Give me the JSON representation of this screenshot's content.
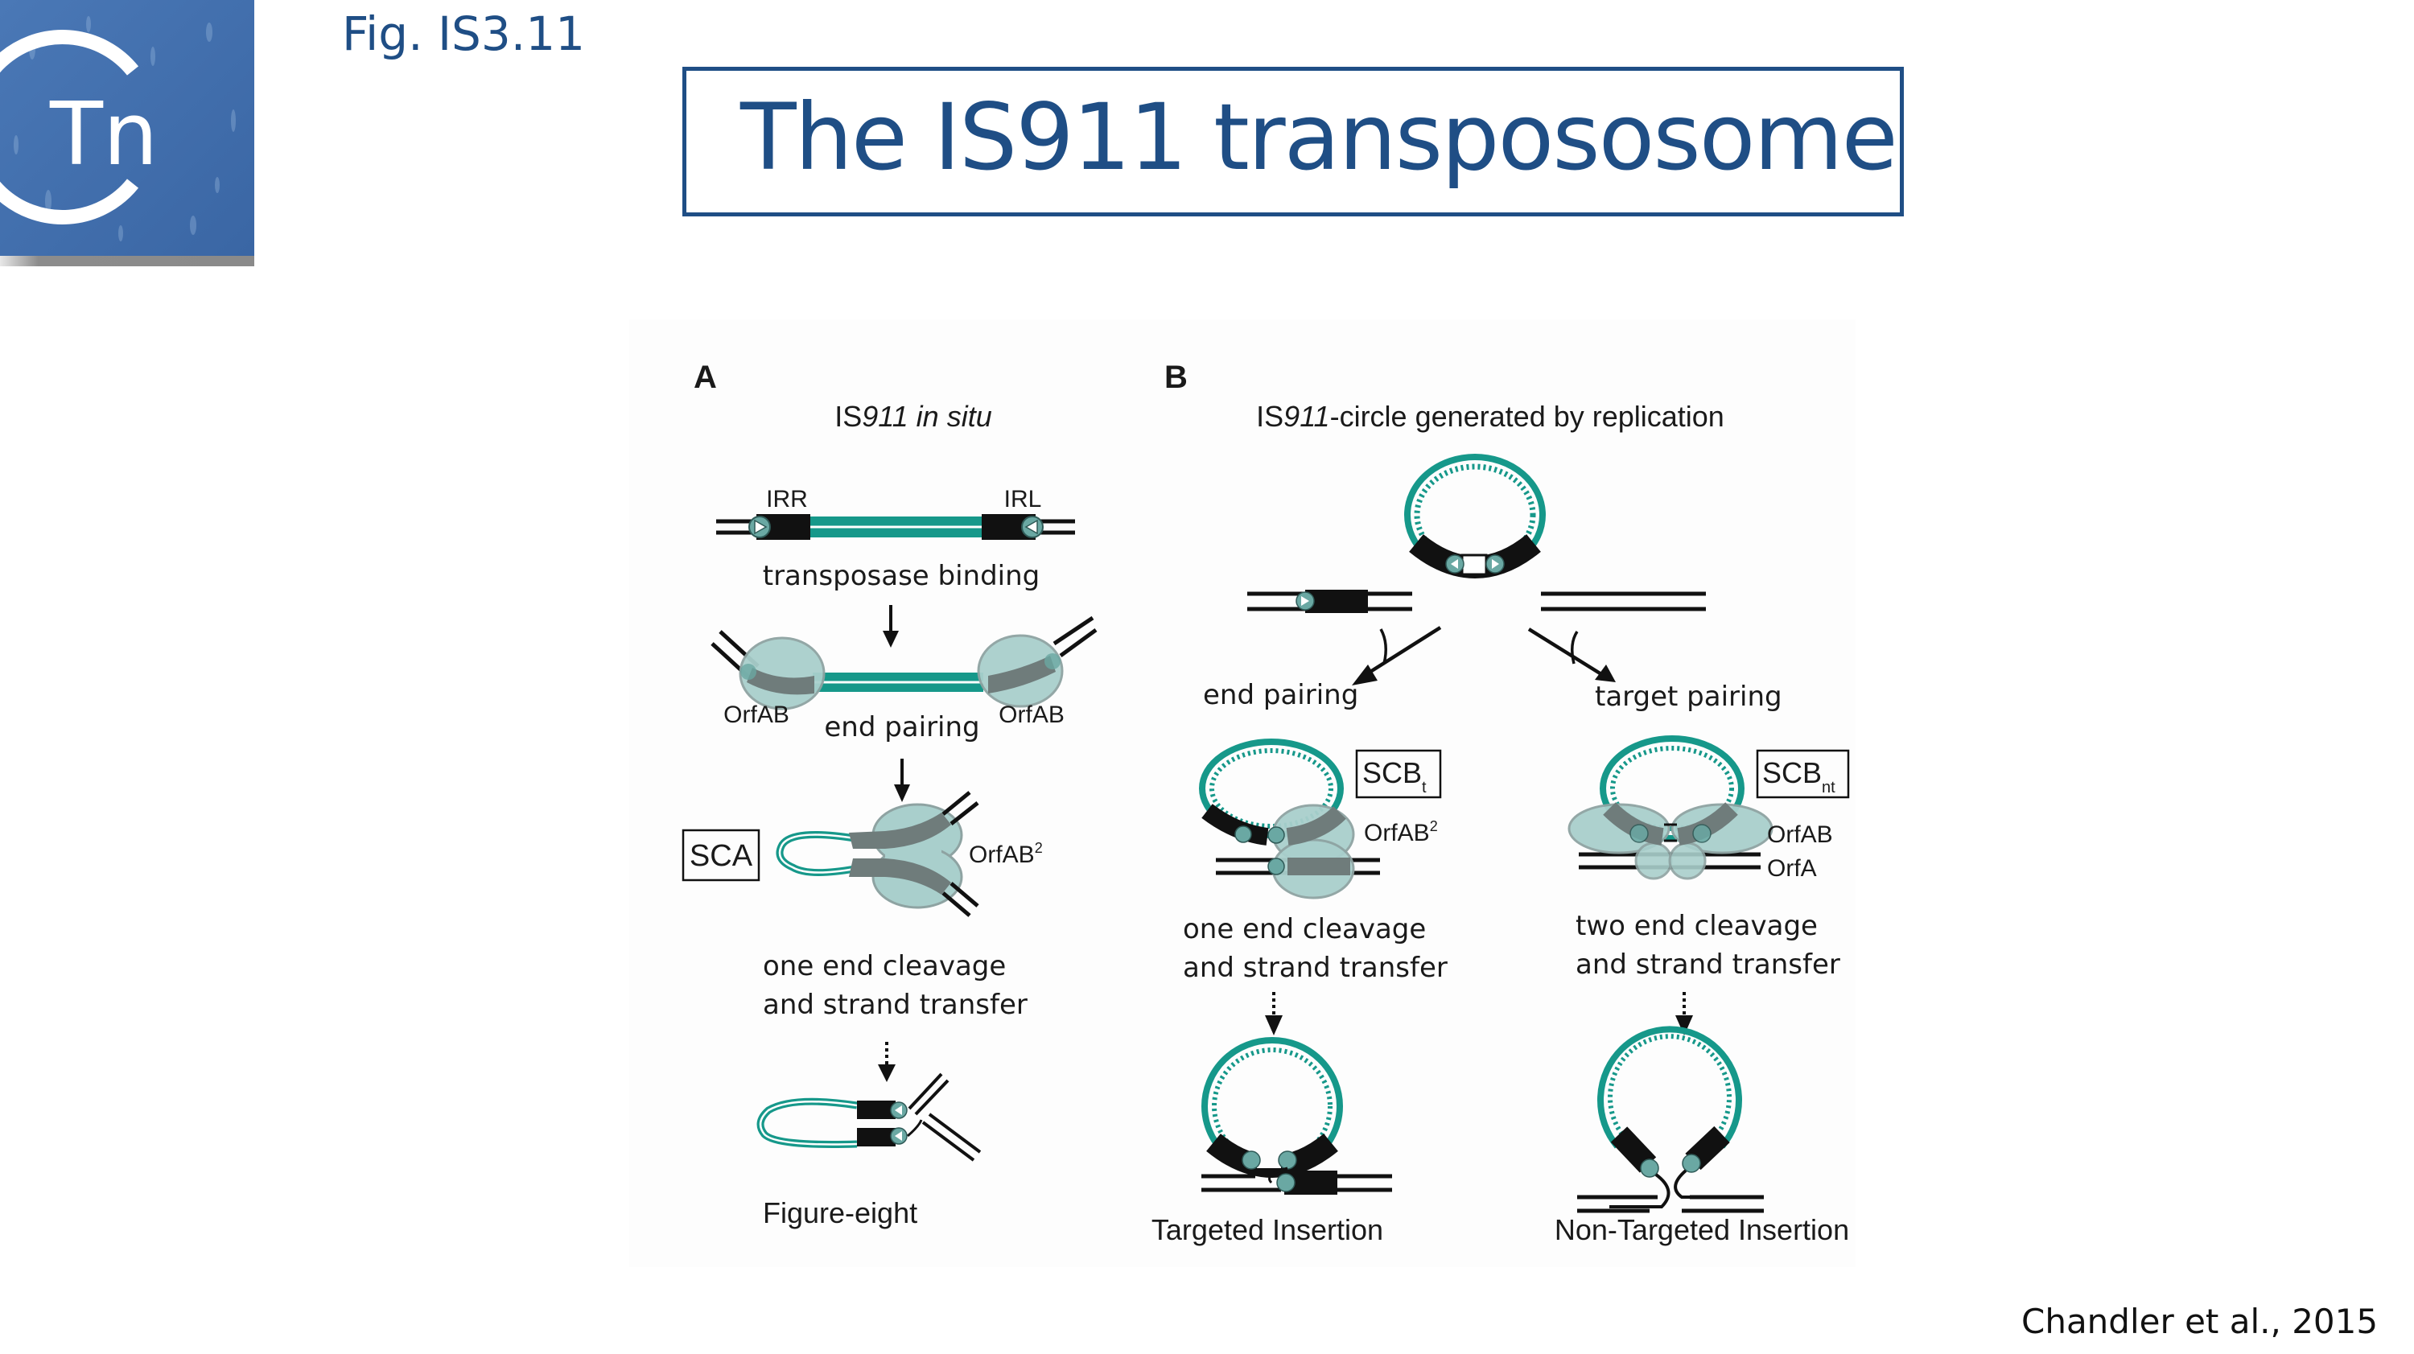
{
  "slide": {
    "figure_id": "Fig. IS3.11",
    "title": "The IS911 transpososome",
    "citation": "Chandler et al., 2015",
    "logo": {
      "text": "Tn",
      "icon": "ctn-logo-icon",
      "bg_color": "#3d6aa8"
    },
    "colors": {
      "title": "#1f4e85",
      "teal": "#16988a",
      "protein": "#a9cfcc",
      "protein_edge": "#8ea3a2",
      "dna": "#111111",
      "bound_dna": "#6f7c7b"
    }
  },
  "panel_a": {
    "label": "A",
    "heading_prefix": "IS",
    "heading_italic": "911 in situ",
    "irr": "IRR",
    "irl": "IRL",
    "step1": "transposase binding",
    "orfab_left": "OrfAB",
    "orfab_right": "OrfAB",
    "step2": "end pairing",
    "sca_box": "SCA",
    "orfab2": "OrfAB",
    "orfab2_sup": "2",
    "step3_line1": "one end cleavage",
    "step3_line2": "and strand transfer",
    "result": "Figure-eight"
  },
  "panel_b": {
    "label": "B",
    "heading_prefix": "IS",
    "heading_italic": "911",
    "heading_rest": "-circle generated by replication",
    "branch_left": "end pairing",
    "branch_right": "target pairing",
    "scbt_main": "SCB",
    "scbt_sub": "t",
    "scbt_protein": "OrfAB",
    "scbt_protein_sup": "2",
    "scbnt_main": "SCB",
    "scbnt_sub": "nt",
    "scbnt_protein1": "OrfAB",
    "scbnt_protein2": "OrfA",
    "left_step_line1": "one end cleavage",
    "left_step_line2": "and strand transfer",
    "right_step_line1": "two end cleavage",
    "right_step_line2": "and strand transfer",
    "left_result": "Targeted Insertion",
    "right_result": "Non-Targeted Insertion"
  }
}
